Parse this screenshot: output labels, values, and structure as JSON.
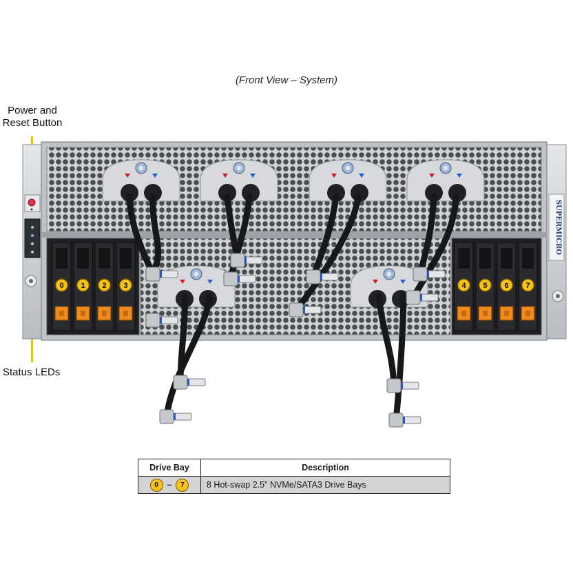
{
  "caption": "(Front View – System)",
  "callouts": {
    "power_reset": [
      "Power and",
      "Reset Button"
    ],
    "status_leds": "Status LEDs"
  },
  "brand": "SUPERMICRO",
  "drive_bays": [
    "0",
    "1",
    "2",
    "3",
    "4",
    "5",
    "6",
    "7"
  ],
  "legend": {
    "headers": [
      "Drive Bay",
      "Description"
    ],
    "rows": [
      {
        "bay_start": "0",
        "bay_sep": "–",
        "bay_end": "7",
        "description": "8 Hot-swap 2.5\" NVMe/SATA3 Drive Bays"
      }
    ]
  },
  "colors": {
    "callout_line": "#f2c200",
    "badge": "#f4c21a",
    "drive_latch": "#f08a1c",
    "chassis": "#c9ccd0"
  }
}
